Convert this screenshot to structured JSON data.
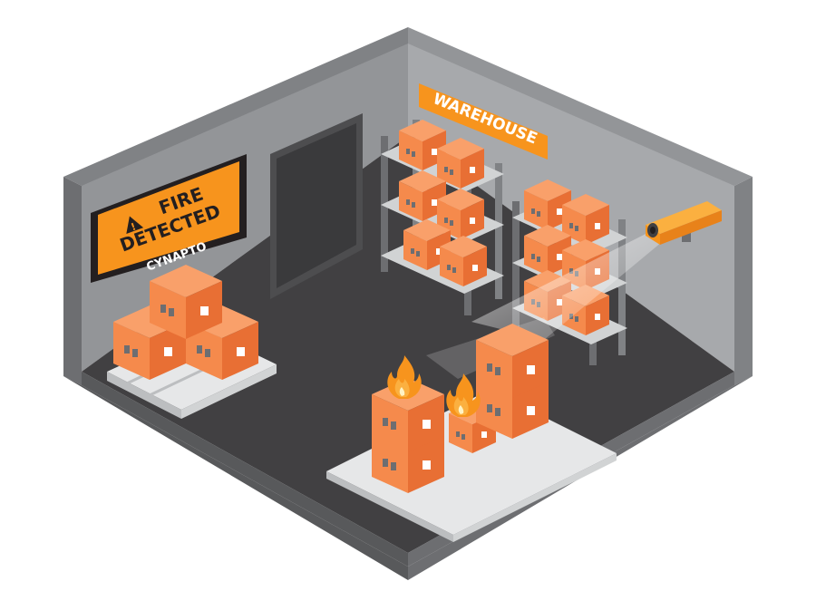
{
  "alert_sign": {
    "line1": "FIRE",
    "line2": "DETECTED",
    "brand": "CYNAPTO",
    "warning_glyph": "!"
  },
  "warehouse_sign": {
    "label": "WAREHOUSE"
  },
  "icons": {
    "alert": "warning-triangle-icon",
    "camera": "camera-icon",
    "fire": "flame-icon"
  },
  "colors": {
    "brand_orange": "#f7941d",
    "box_orange": "#f58a4c",
    "floor": "#414042",
    "wall": "#a7a9ac",
    "flame": "#fbb040"
  }
}
